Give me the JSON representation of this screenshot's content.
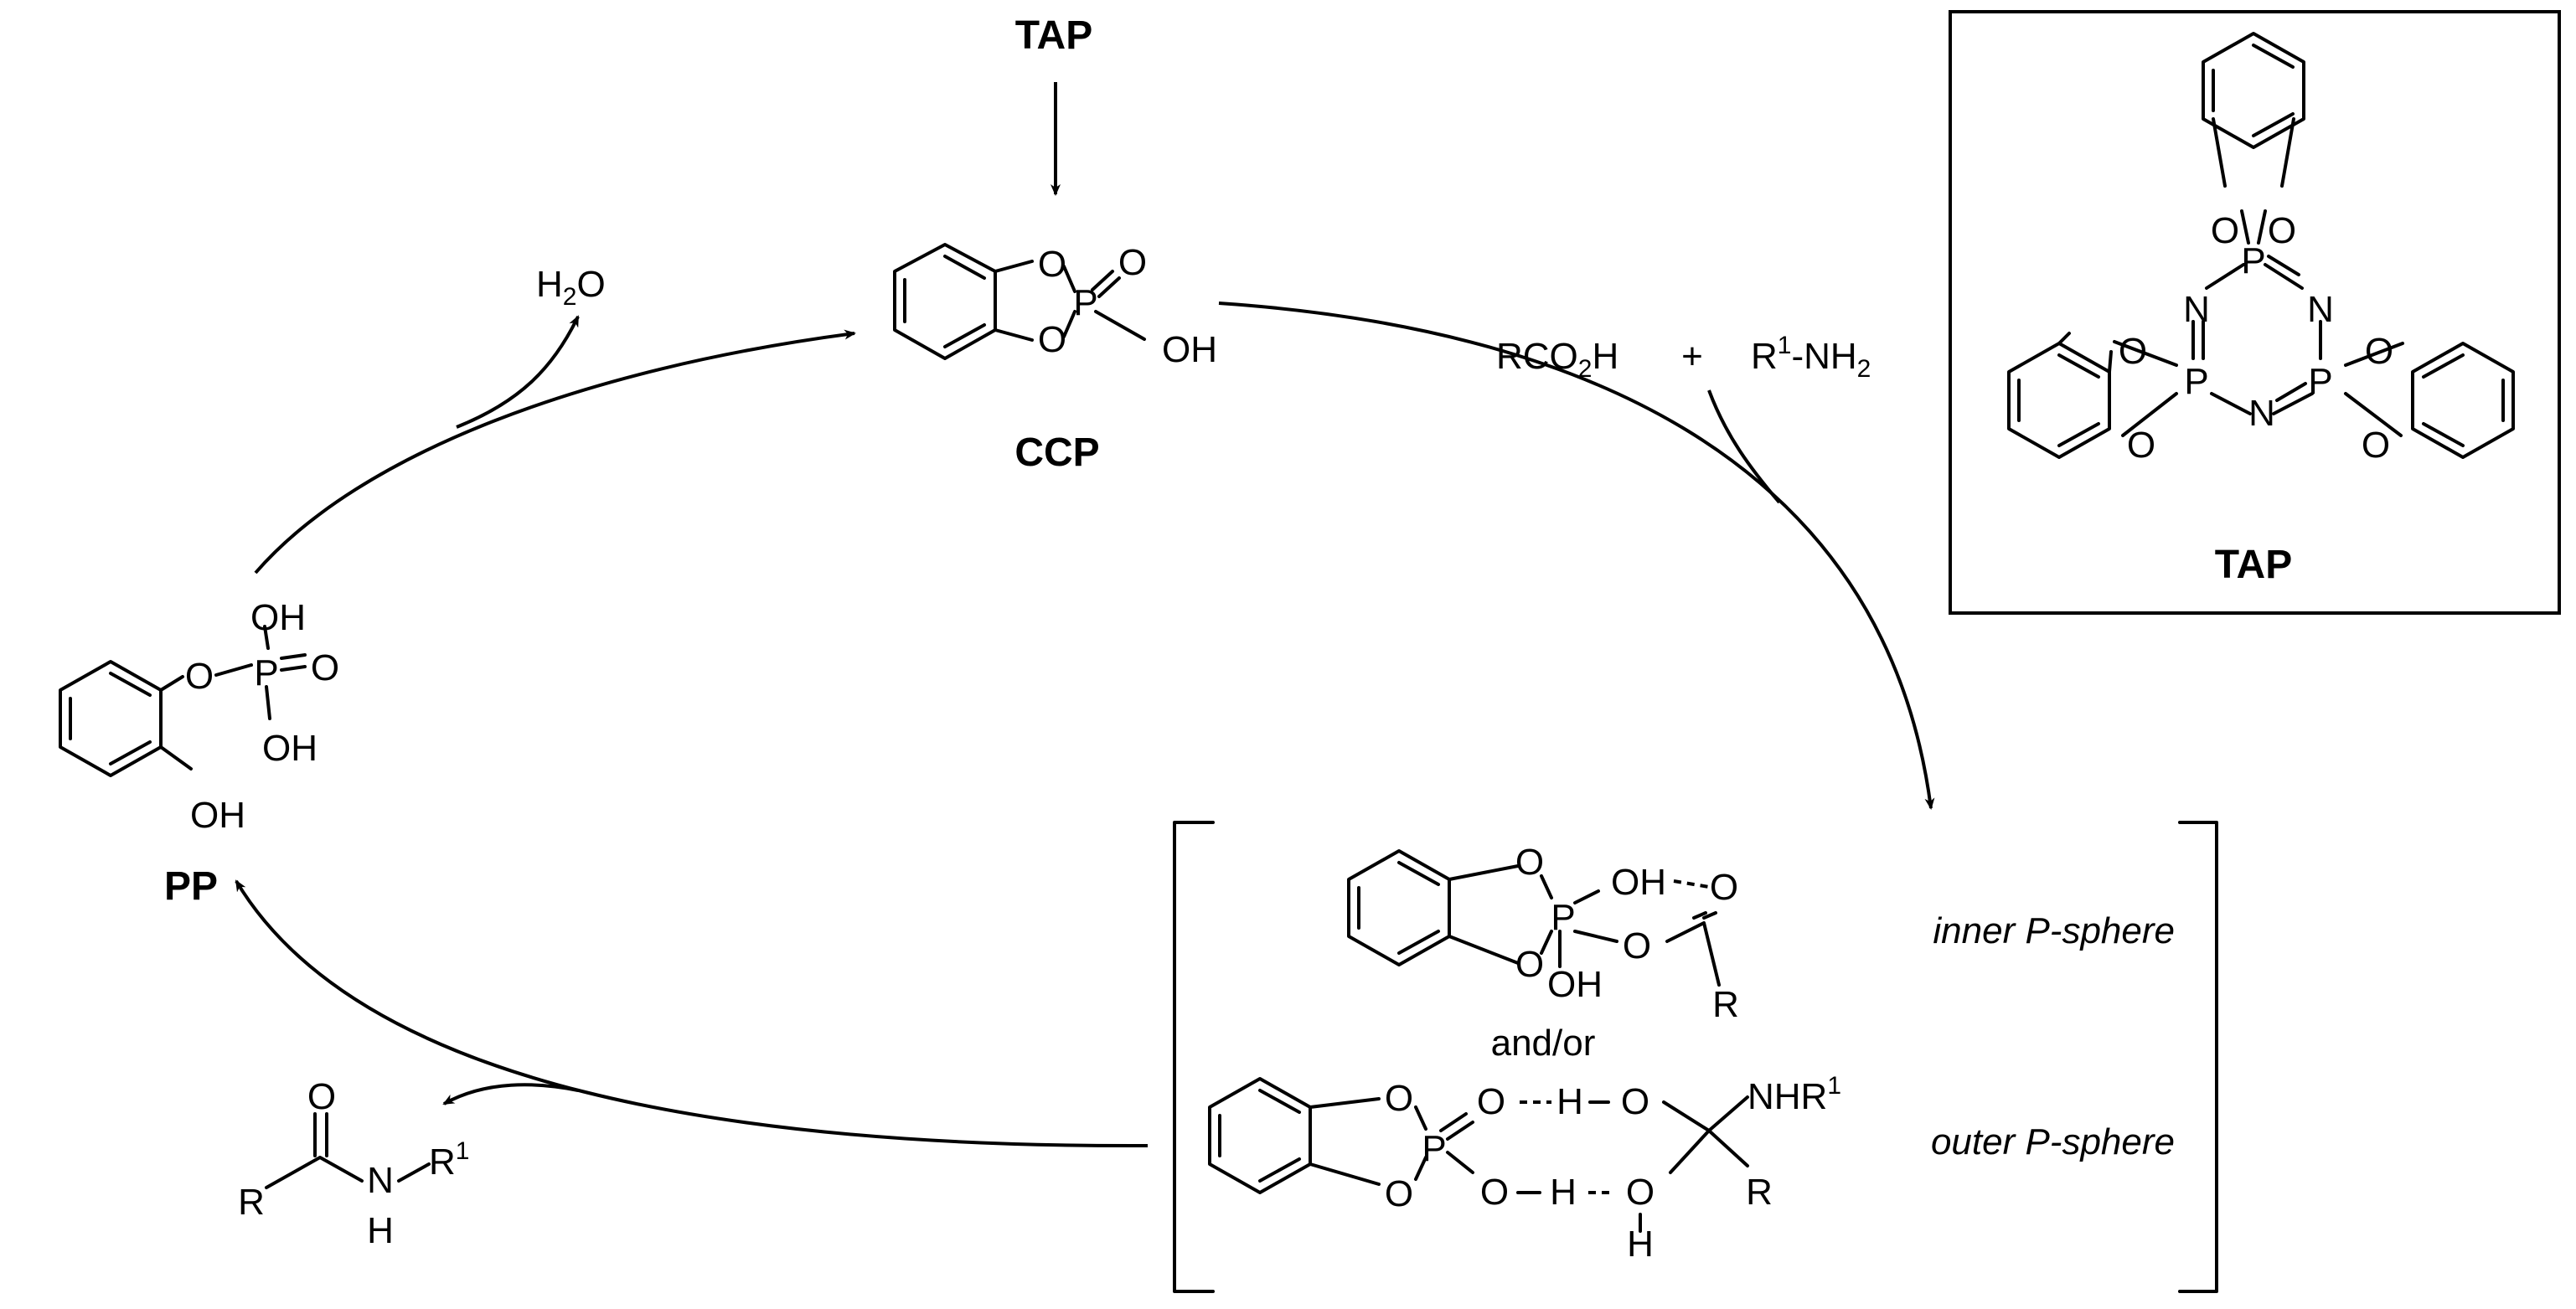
{
  "labels": {
    "tap_top": "TAP",
    "ccp": "CCP",
    "pp": "PP",
    "tap_box": "TAP",
    "water": "H",
    "water_sub": "2",
    "water_o": "O",
    "acid": "RCO",
    "acid_sub": "2",
    "acid_h": "H",
    "plus": "+",
    "amine_r": "R",
    "amine_sup": "1",
    "amine_rest": "-NH",
    "amine_sub": "2",
    "and_or": "and/or",
    "inner": "inner P-sphere",
    "outer": "outer P-sphere"
  },
  "atoms": {
    "O": "O",
    "P": "P",
    "OH": "OH",
    "N": "N",
    "H": "H",
    "R": "R",
    "NHR": "NHR",
    "sup1": "1"
  }
}
